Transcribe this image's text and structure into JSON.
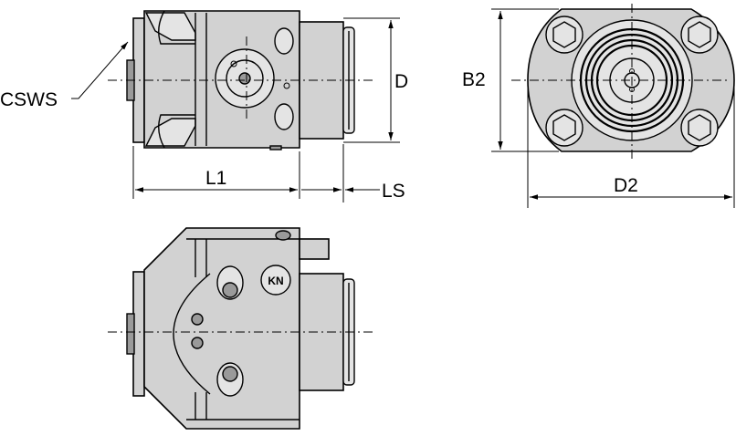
{
  "dimensions": {
    "d": "D",
    "b2": "B2",
    "l1": "L1",
    "ls": "LS",
    "d2": "D2",
    "csws": "CSWS"
  },
  "marking": "KN"
}
